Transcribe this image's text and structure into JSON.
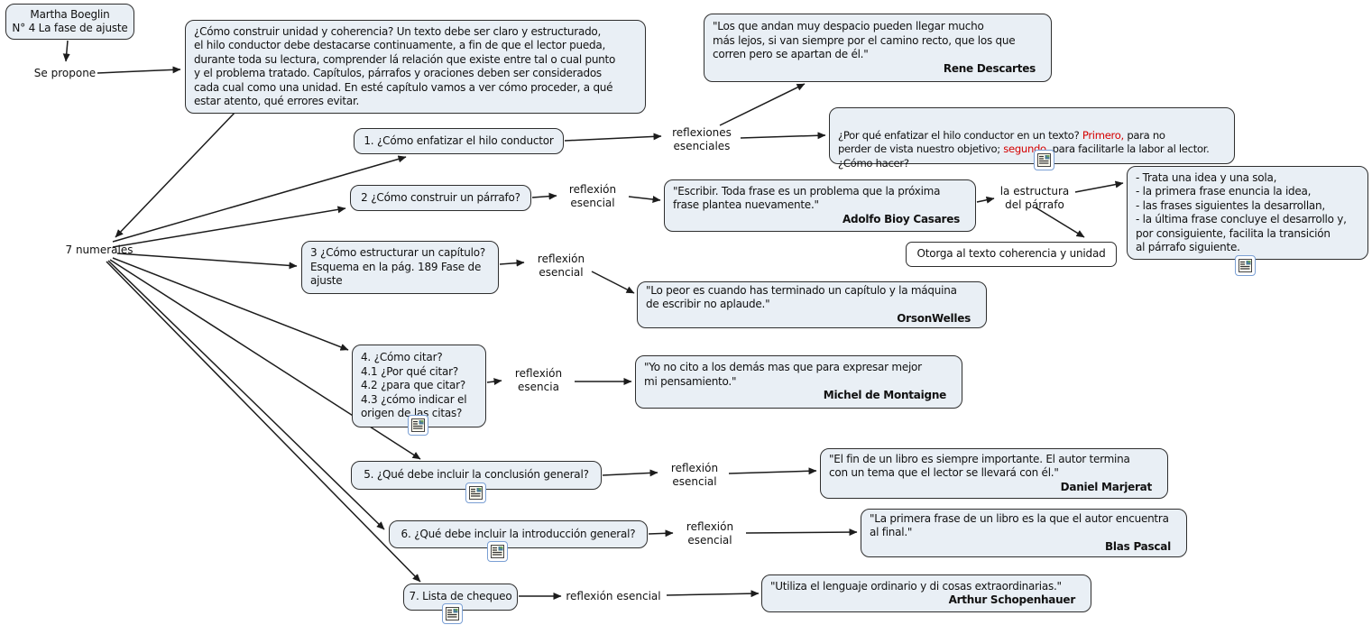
{
  "colors": {
    "node_fill": "#e9eff5",
    "node_border": "#2e2e2e",
    "background": "#ffffff",
    "emphasis_red": "#d40000",
    "icon_border": "#7a9fd4"
  },
  "icons": {
    "resource_icon_name": "note-resource-icon"
  },
  "nodes": {
    "title": {
      "text": "Martha Boeglin\nN° 4 La fase de ajuste"
    },
    "se_propone": {
      "text": "Se propone"
    },
    "intro": {
      "text": "¿Cómo construir unidad y coherencia? Un texto debe ser claro y estructurado,\nel hilo conductor debe destacarse continuamente, a fin de que el lector pueda,\ndurante toda su lectura, comprender lá relación que existe entre tal o cual punto\ny el problema tratado. Capítulos, párrafos y oraciones deben ser considerados\ncada cual como una unidad. En esté capítulo vamos a ver cómo proceder, a qué\nestar atento, qué errores evitar."
    },
    "numerales": {
      "text": "7 numerales"
    },
    "q1": {
      "text": "1. ¿Cómo enfatizar el hilo conductor"
    },
    "reflexiones_esenciales": {
      "text": "reflexiones\nesenciales"
    },
    "descartes": {
      "quote": "\"Los que andan muy despacio pueden llegar mucho\nmás lejos, si van siempre por el camino recto, que los que\ncorren pero se apartan de él.\"",
      "author": "Rene Descartes"
    },
    "hilo": {
      "part1": "¿Por qué enfatizar el hilo conductor en un texto? ",
      "red1": "Primero,",
      "part2": " para no\nperder de vista nuestro objetivo; ",
      "red2": "segundo,",
      "part3": " para facilitarle la labor al lector.\n¿Cómo hacer?"
    },
    "q2": {
      "text": "2 ¿Cómo construir un párrafo?"
    },
    "reflexion2": {
      "text": "reflexión\nesencial"
    },
    "bioy": {
      "quote": "\"Escribir. Toda frase es un problema que la próxima\nfrase plantea nuevamente.\"",
      "author": "Adolfo Bioy Casares"
    },
    "estructura": {
      "text": "la estructura\ndel párrafo"
    },
    "estructura_lista": {
      "text": "- Trata una idea y una sola,\n- la primera frase enuncia la idea,\n- las frases siguientes la desarrollan,\n- la última frase concluye el desarrollo y,\npor consiguiente, facilita la transición\nal párrafo siguiente."
    },
    "otorga": {
      "text": "Otorga al texto coherencia y unidad"
    },
    "q3": {
      "text": "3 ¿Cómo estructurar un capítulo?\nEsquema en la pág. 189 Fase de\najuste"
    },
    "reflexion3": {
      "text": "reflexión\nesencial"
    },
    "orson": {
      "quote": "\"Lo peor es cuando has terminado un capítulo y la máquina\nde escribir no aplaude.\"",
      "author": "OrsonWelles"
    },
    "q4": {
      "text": "4. ¿Cómo citar?\n4.1 ¿Por qué citar?\n4.2 ¿para que citar?\n4.3 ¿cómo indicar el\norigen de las citas?"
    },
    "reflexion4": {
      "text": "reflexión\nesencia"
    },
    "montaigne": {
      "quote": "\"Yo no cito a los demás mas que para expresar mejor\nmi pensamiento.\"",
      "author": "Michel de Montaigne"
    },
    "q5": {
      "text": "5. ¿Qué debe incluir la conclusión general?"
    },
    "reflexion5": {
      "text": "reflexión\nesencial"
    },
    "marjerat": {
      "quote": "\"El fin de un libro es siempre importante. El autor termina\ncon un tema que el lector se llevará con él.\"",
      "author": "Daniel Marjerat"
    },
    "q6": {
      "text": "6. ¿Qué debe incluir la introducción general?"
    },
    "reflexion6": {
      "text": "reflexión\nesencial"
    },
    "pascal": {
      "quote": "\"La primera frase de un libro es la que el autor encuentra\nal final.\"",
      "author": "Blas Pascal"
    },
    "q7": {
      "text": "7. Lista de chequeo"
    },
    "reflexion7": {
      "text": "reflexión esencial"
    },
    "schopenhauer": {
      "quote": "\"Utiliza el lenguaje ordinario y di cosas extraordinarias.\"",
      "author": "Arthur Schopenhauer"
    }
  }
}
